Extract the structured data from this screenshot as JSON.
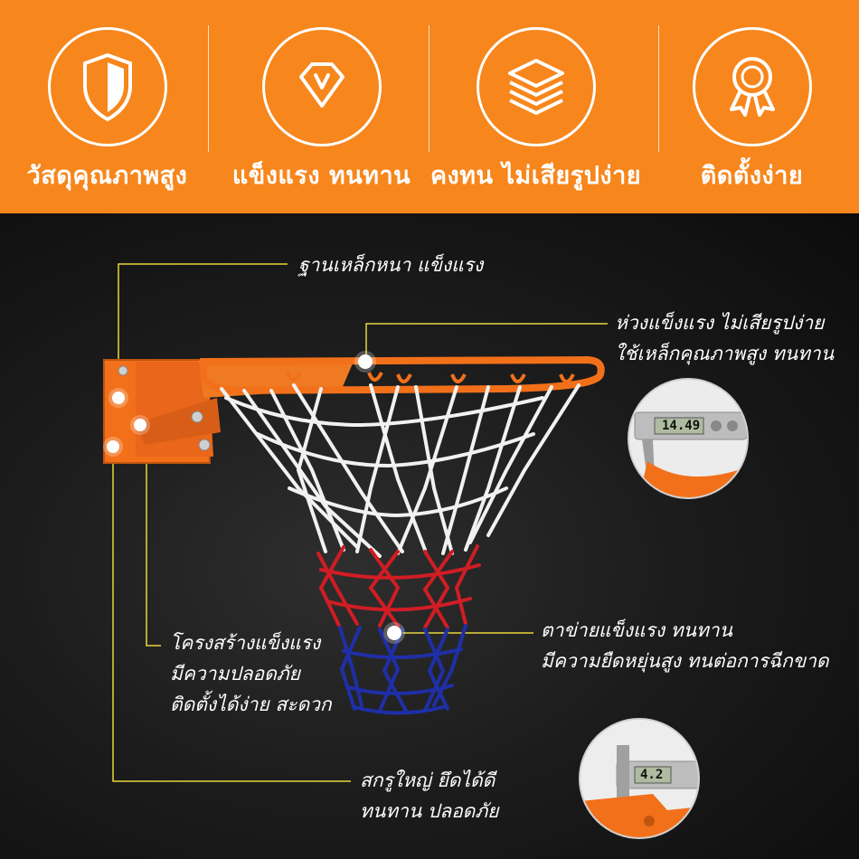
{
  "features": [
    {
      "icon": "shield-icon",
      "label": "วัสดุคุณภาพสูง"
    },
    {
      "icon": "diamond-icon",
      "label": "แข็งแรง ทนทาน"
    },
    {
      "icon": "layers-icon",
      "label": "คงทน ไม่เสียรูปง่าย"
    },
    {
      "icon": "award-ribbon-icon",
      "label": "ติดตั้งง่าย"
    }
  ],
  "callouts": {
    "base": {
      "line1": "ฐานเหล็กหนา แข็งแรง"
    },
    "rim": {
      "line1": "ห่วงแข็งแรง ไม่เสียรูปง่าย",
      "line2": "ใช้เหล็กคุณภาพสูง ทนทาน"
    },
    "net": {
      "line1": "ตาข่ายแข็งแรง ทนทาน",
      "line2": "มีความยืดหยุ่นสูง ทนต่อการฉีกขาด"
    },
    "frame": {
      "line1": "โครงสร้างแข็งแรง",
      "line2": "มีความปลอดภัย",
      "line3": "ติดตั้งได้ง่าย สะดวก"
    },
    "screw": {
      "line1": "สกรูใหญ่ ยึดได้ดี",
      "line2": "ทนทาน ปลอดภัย"
    }
  },
  "measurements": {
    "rim_reading": "14.49",
    "plate_reading": "4.2"
  },
  "colors": {
    "banner": "#f7861c",
    "leader_line": "#e8d63a",
    "hoop": "#f2701a",
    "net_white": "#f1f1f1",
    "net_red": "#d01d24",
    "net_blue": "#1f2fa8"
  }
}
